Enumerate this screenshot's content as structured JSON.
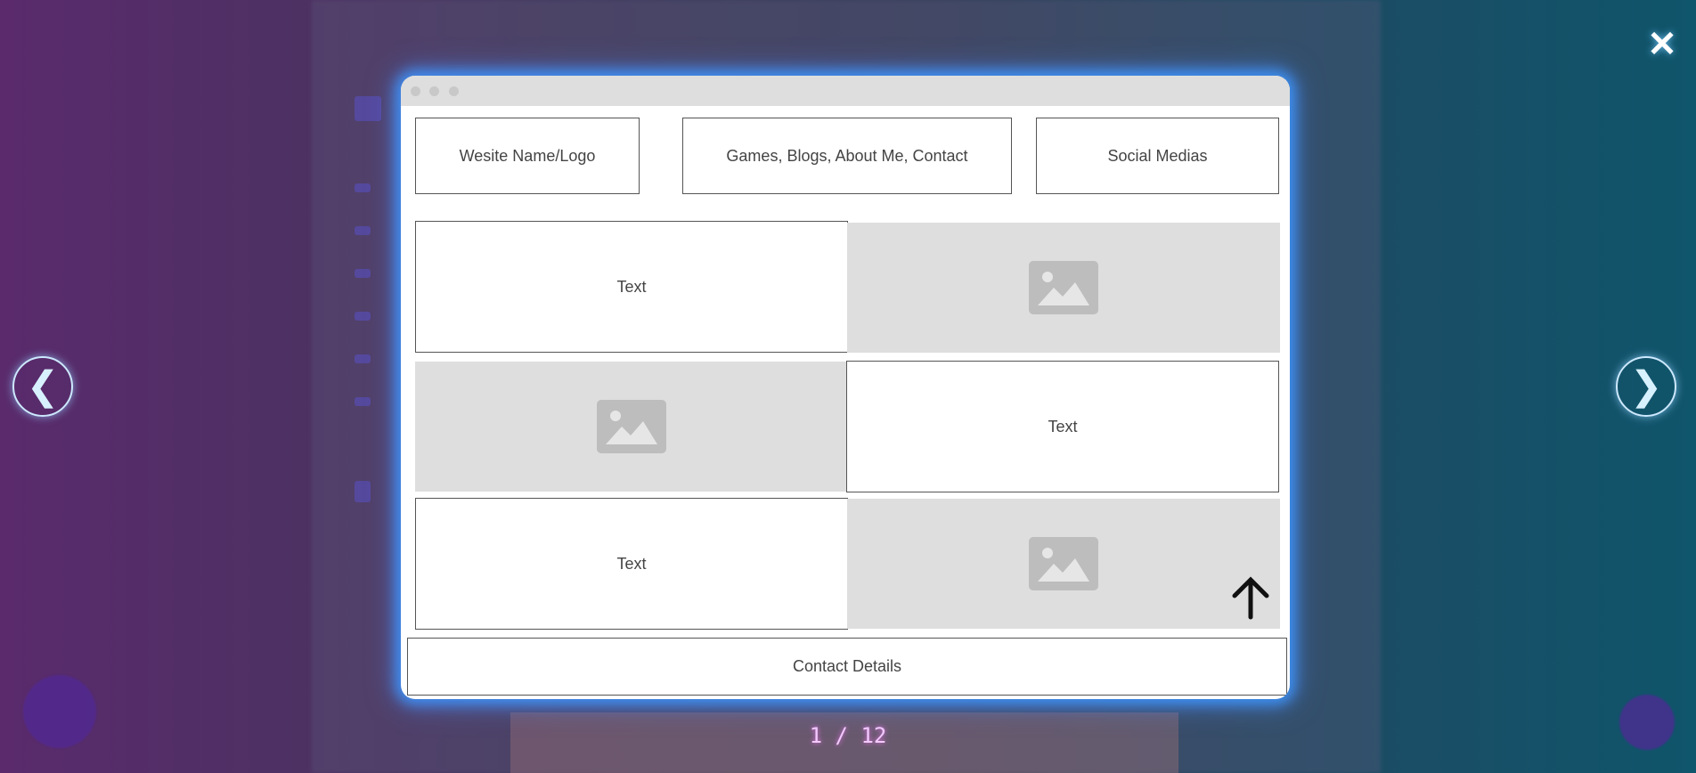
{
  "lightbox": {
    "close_label": "✕",
    "prev_label": "❮",
    "next_label": "❯",
    "counter": "1 / 12"
  },
  "wireframe": {
    "header": {
      "logo": "Wesite Name/Logo",
      "nav": "Games, Blogs, About Me, Contact",
      "social": "Social Medias"
    },
    "rows": [
      {
        "text": "Text",
        "image_icon": "image-placeholder-icon"
      },
      {
        "text": "Text",
        "image_icon": "image-placeholder-icon"
      },
      {
        "text": "Text",
        "image_icon": "image-placeholder-icon"
      }
    ],
    "footer": "Contact Details",
    "scroll_top_icon": "arrow-up-icon"
  },
  "colors": {
    "modal_glow": "#3c96ff",
    "counter": "#f4c9ff",
    "placeholder_bg": "#dedede"
  }
}
